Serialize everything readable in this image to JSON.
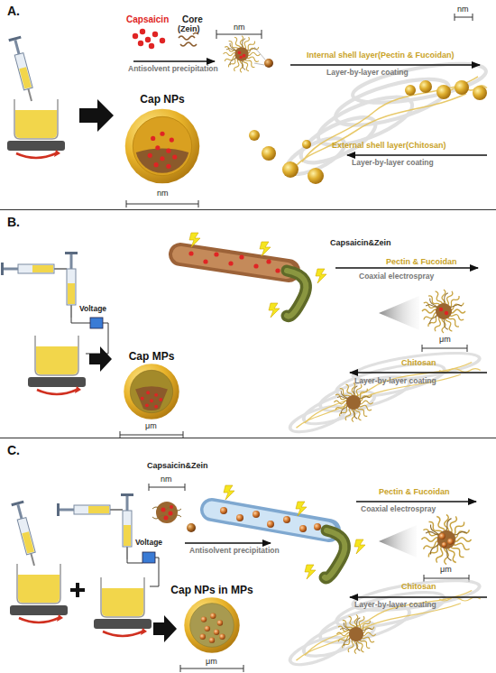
{
  "diagram": {
    "nodes": [
      {
        "text": [
          "A."
        ]
      },
      {
        "text": [
          "B."
        ]
      },
      {
        "text": [
          "C."
        ]
      },
      {
        "text": [
          "Cap NPs"
        ],
        "in": 0
      },
      {
        "text": [
          "Cap MPs"
        ],
        "in": 1
      },
      {
        "text": [
          "Cap NPs in MPs"
        ],
        "in": 2
      }
    ],
    "labels": [
      "Capsaicin",
      "Core",
      "(Zein)",
      "nm",
      "Antisolvent precipitation",
      "nm",
      "Internal shell layer(Pectin & Fucoidan)",
      "Layer-by-layer coating",
      "nm",
      "External shell layer(Chitosan)",
      "Layer-by-layer coating",
      "Voltage",
      "Capsaicin&Zein",
      "Pectin & Fucoidan",
      "Coaxial electrospray",
      "μm",
      "μm",
      "Chitosan",
      "Layer-by-layer coating",
      "Capsaicin&Zein",
      "nm",
      "Antisolvent precipitation",
      "Voltage",
      "Pectin & Fucoidan",
      "Coaxial electrospray",
      "μm",
      "μm",
      "Chitosan",
      "Layer-by-layer coating"
    ]
  }
}
